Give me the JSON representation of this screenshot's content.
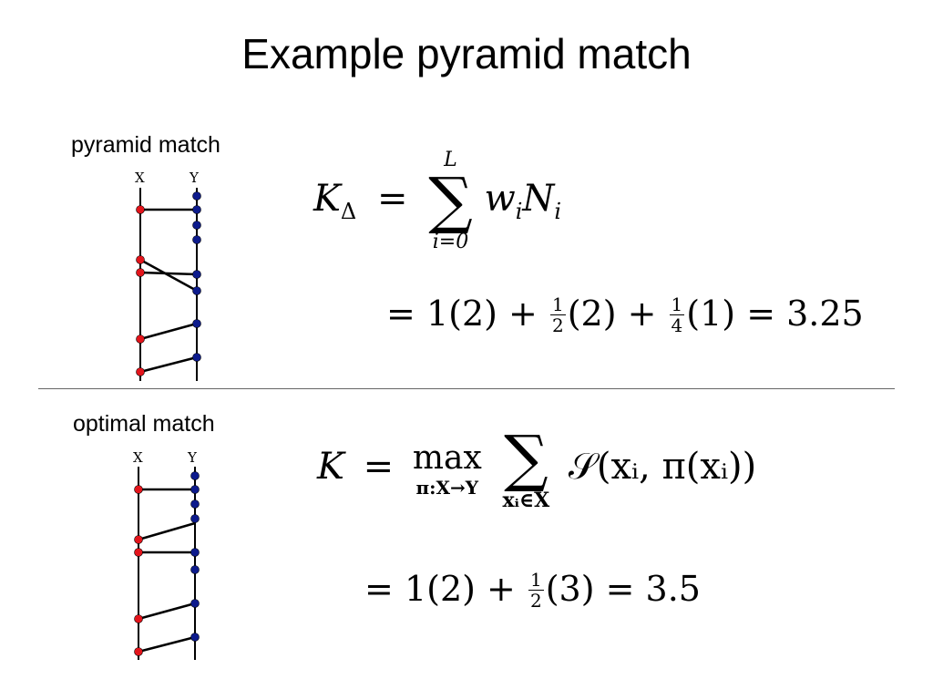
{
  "title": "Example pyramid match",
  "sections": {
    "pyramid": {
      "label": "pyramid match",
      "x_label": "X",
      "y_label": "Y",
      "formula": {
        "lhs": "K",
        "lhs_sub": "Δ",
        "eq": "=",
        "sum_upper": "L",
        "sum_symbol": "∑",
        "sum_lower": "i=0",
        "term_w": "w",
        "term_w_sub": "i",
        "term_n": "N",
        "term_n_sub": "i",
        "line2_eq": "=",
        "line2_a": "1(2) +",
        "frac1_num": "1",
        "frac1_den": "2",
        "line2_b": "(2) +",
        "frac2_num": "1",
        "frac2_den": "4",
        "line2_c": "(1) = 3.25"
      }
    },
    "optimal": {
      "label": "optimal match",
      "x_label": "X",
      "y_label": "Y",
      "formula": {
        "lhs": "K",
        "eq": "=",
        "max_op": "max",
        "max_sub": "π:X→Y",
        "sum_symbol": "∑",
        "sum_lower": "xᵢ∈X",
        "body": "𝒮(xᵢ, π(xᵢ))",
        "line2_eq": "=",
        "line2_a": "1(2) +",
        "frac1_num": "1",
        "frac1_den": "2",
        "line2_b": "(3) = 3.5"
      }
    }
  },
  "colors": {
    "x_point": "#e3141b",
    "y_point": "#0d1b8c",
    "line": "#000000"
  }
}
